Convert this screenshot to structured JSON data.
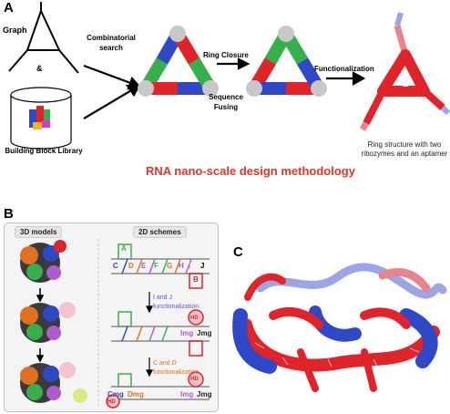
{
  "panel_a": {
    "letter": "A",
    "graph_label": "Graph",
    "ampersand": "&",
    "library_label": "Building Block Library",
    "combinatorial_label": "Combinatorial search",
    "ring_closure_label": "Ring Closure",
    "sequence_fusing_label": "Sequence Fusing",
    "functionalization_label": "Functionalization",
    "result_caption": "Ring structure with two ribozymes and an aptamer",
    "main_title": "RNA nano-scale design methodology"
  },
  "panel_b": {
    "letter": "B",
    "header_3d": "3D models",
    "header_2d": "2D schemes",
    "scheme1_letters": [
      "A",
      "B",
      "C",
      "D",
      "E",
      "F",
      "G",
      "H",
      "I",
      "J"
    ],
    "step1_note": "I and J functionalization",
    "step2_note": "C and D functionalization",
    "labels_img": "Img",
    "labels_jmg": "Jmg",
    "labels_cmg": "Cmg",
    "labels_dmg": "Dmg",
    "hd_badge": "HD"
  },
  "panel_c": {
    "letter": "C"
  },
  "colors": {
    "title_red": "#e53327",
    "rna_red": "#e0242a",
    "rna_blue": "#2e48c8",
    "rna_light_blue": "#9aa6e6",
    "rna_pink": "#e8848c"
  }
}
